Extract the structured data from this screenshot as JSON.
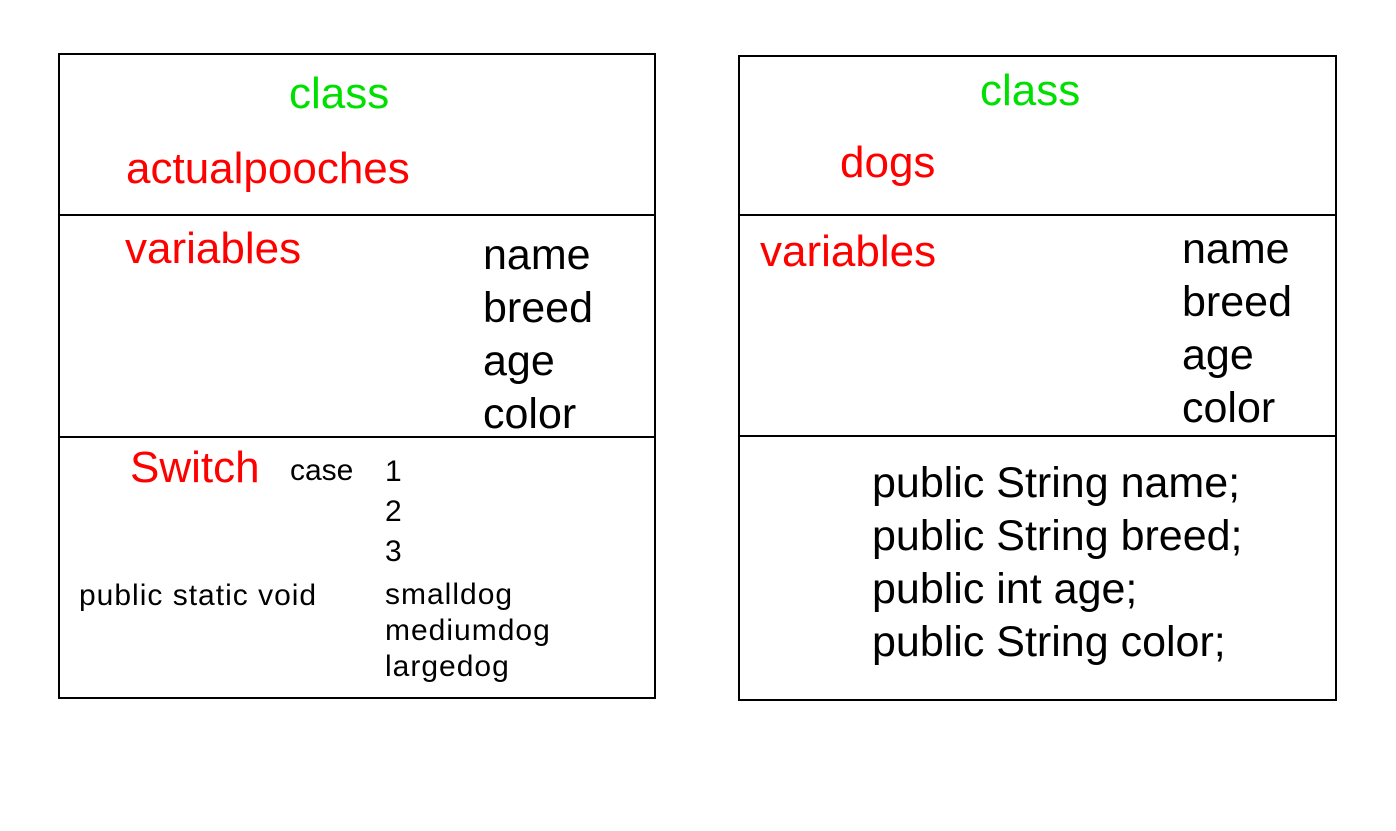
{
  "colors": {
    "keyword": "#00e000",
    "label": "#ff0000",
    "text": "#000000",
    "border": "#000000"
  },
  "left": {
    "header_keyword": "class",
    "class_name": "actualpooches",
    "variables_label": "variables",
    "variables": [
      "name",
      "breed",
      "age",
      "color"
    ],
    "switch_label": "Switch",
    "case_label": "case",
    "cases": [
      "1",
      "2",
      "3"
    ],
    "method_prefix": "public static void",
    "methods": [
      "smalldog",
      "mediumdog",
      "largedog"
    ]
  },
  "right": {
    "header_keyword": "class",
    "class_name": "dogs",
    "variables_label": "variables",
    "variables": [
      "name",
      "breed",
      "age",
      "color"
    ],
    "declarations": [
      "public String name;",
      "public String breed;",
      "public int age;",
      "public String color;"
    ]
  }
}
